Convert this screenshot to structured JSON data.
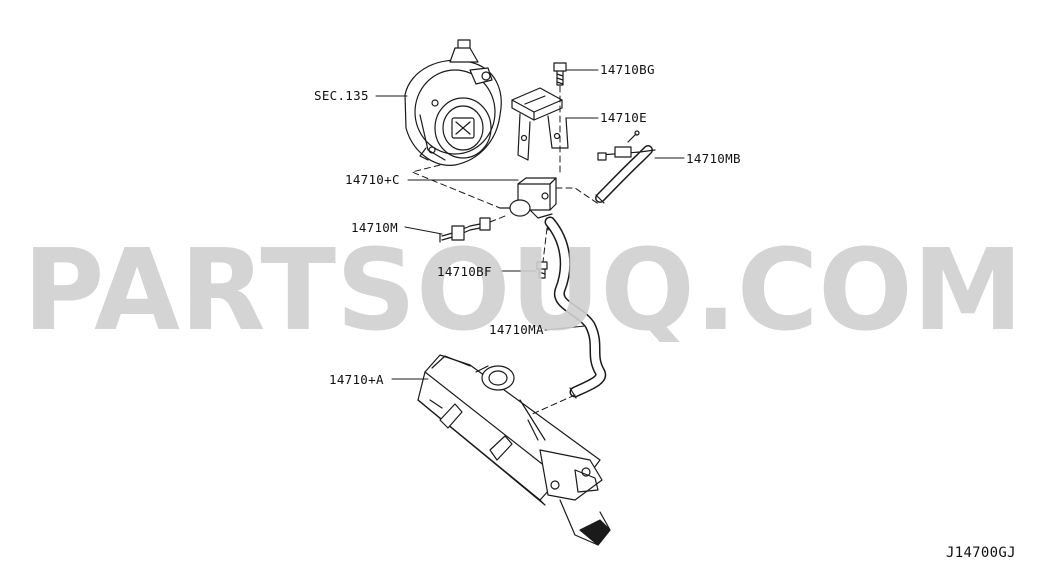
{
  "labels": {
    "sec135": "SEC.135",
    "p14710BG": "14710BG",
    "p14710E": "14710E",
    "p14710MB": "14710MB",
    "p14710C": "14710+C",
    "p14710M": "14710M",
    "p14710BF": "14710BF",
    "p14710MA": "14710MA",
    "p14710A": "14710+A"
  },
  "watermark": "PARTSOUQ.COM",
  "diagram_code": "J14700GJ",
  "colors": {
    "line": "#1a1a1a",
    "watermark": "#cfcfcf"
  }
}
